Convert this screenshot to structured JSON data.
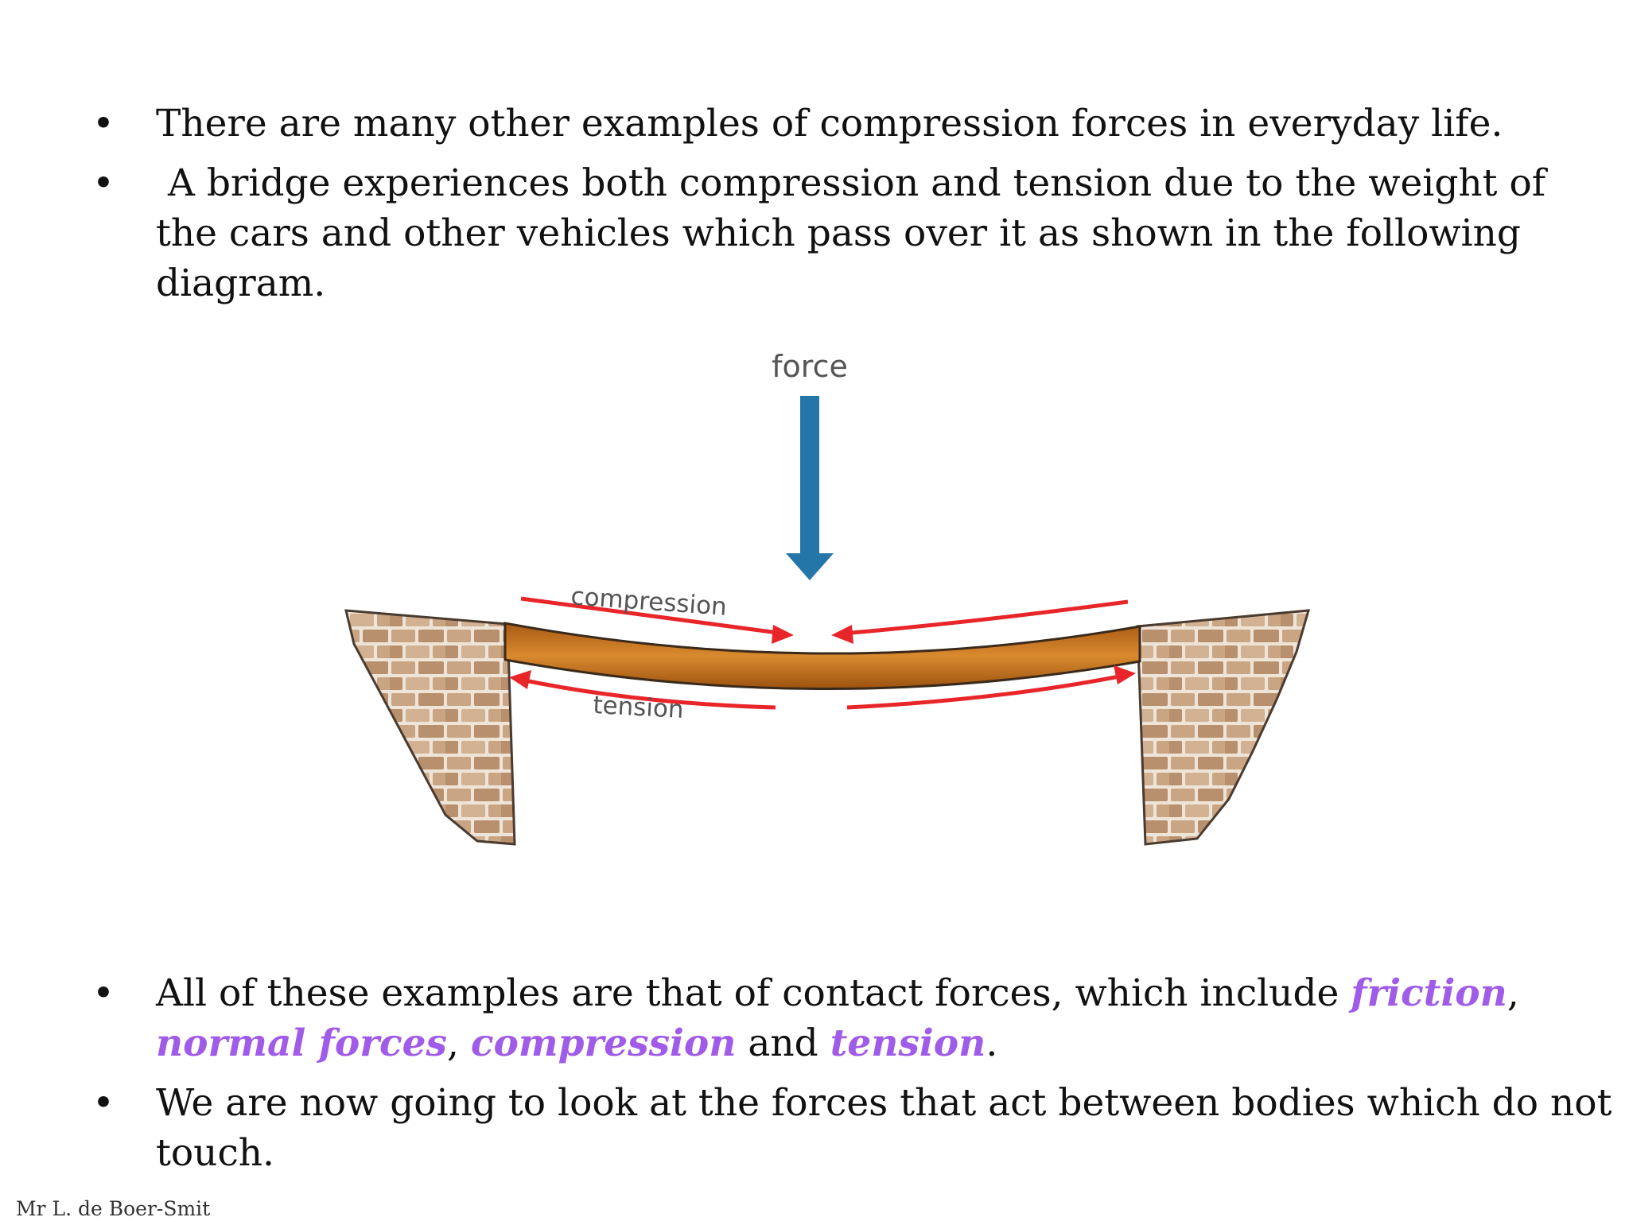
{
  "slide": {
    "top_bullets": [
      "There are many other examples of compression forces in everyday life.",
      " A bridge experiences both compression and tension due to the weight of the cars and other vehicles which pass over it as shown in the following diagram."
    ],
    "bottom_bullets": {
      "first": {
        "intro": "All of these examples are that of contact forces, which include ",
        "kw1": "friction",
        "sep1": ", ",
        "kw2": "normal forces",
        "sep2": ", ",
        "kw3": "compression",
        "sep3": " and ",
        "kw4": "tension",
        "end": "."
      },
      "second": "We are now going to look at the forces that act between bodies which do not touch."
    },
    "bullet_symbol": "•",
    "keyword_color": "#a05be8",
    "footer": "Mr L. de Boer-Smit"
  },
  "diagram": {
    "force_label": "force",
    "compression_label": "compression",
    "tension_label": "tension",
    "force_arrow_color": "#2576a8",
    "compression_tension_arrow_color": "#e8262a",
    "beam_color": "#c8701f",
    "brick_color": "#c9a584"
  }
}
